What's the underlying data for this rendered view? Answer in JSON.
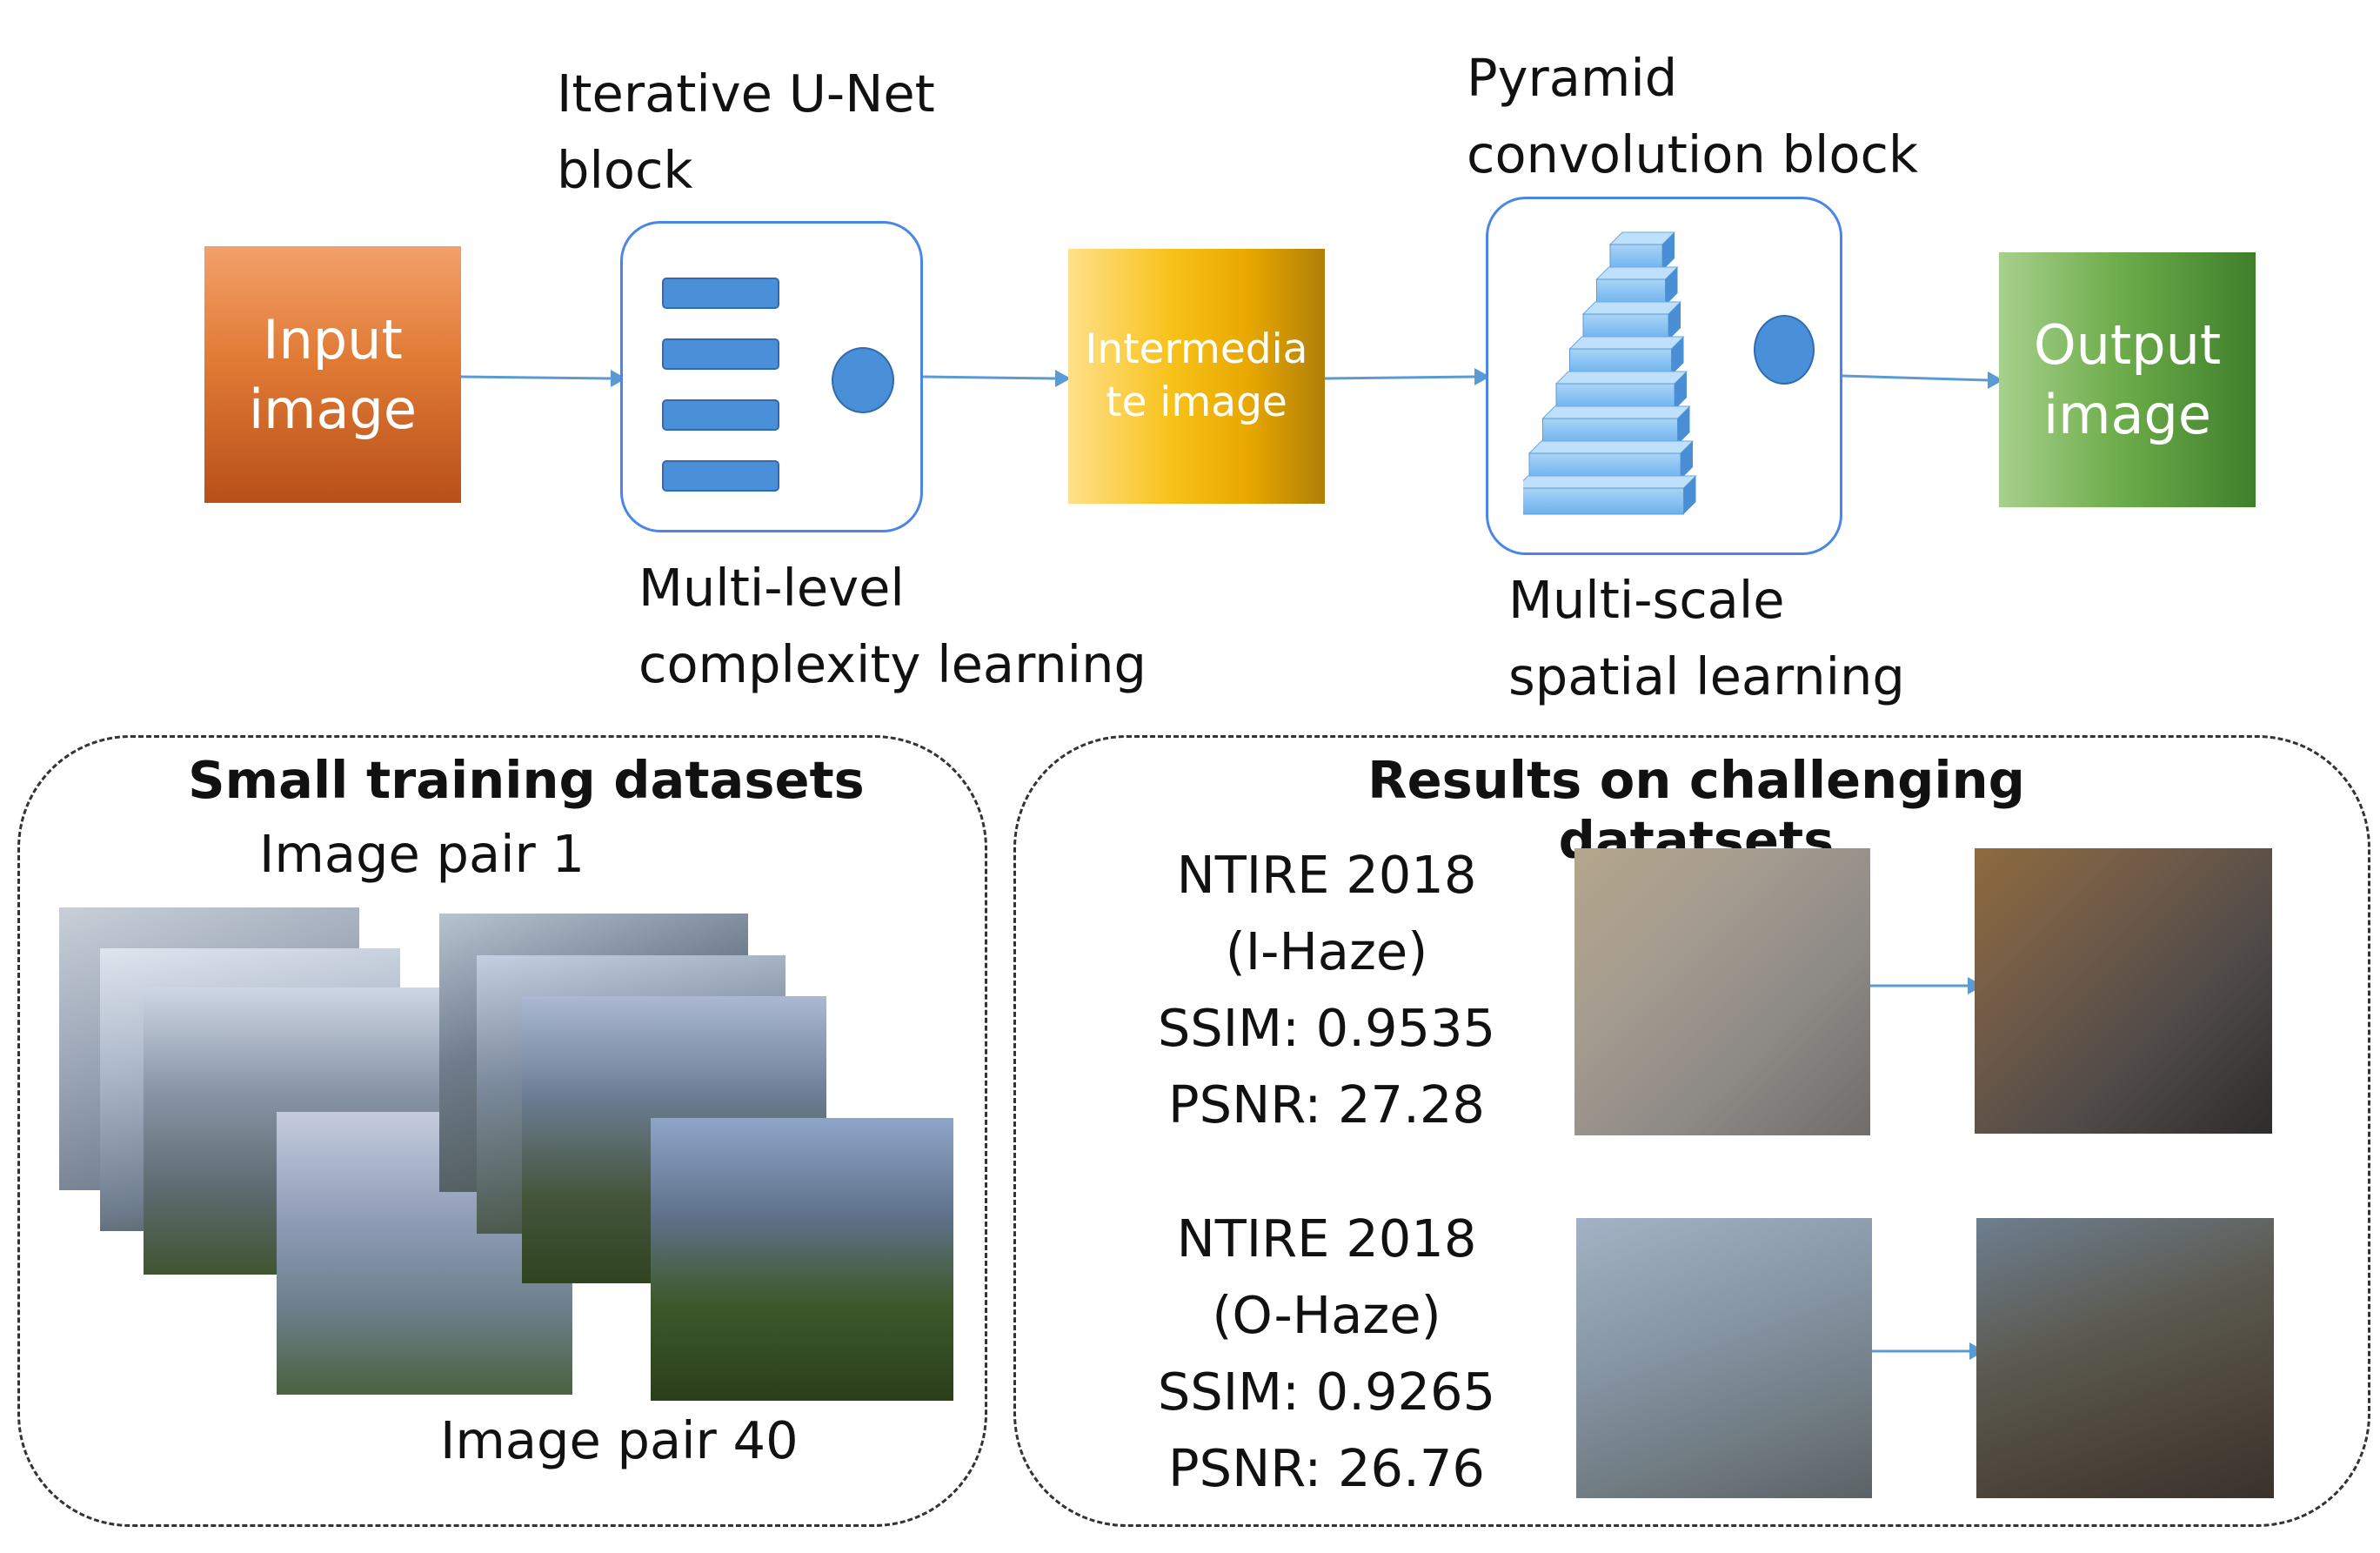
{
  "pipeline": {
    "input_box": "Input\nimage",
    "unet_title": "Iterative U-Net\nblock",
    "unet_caption": "Multi-level\ncomplexity learning",
    "intermediate_box": "Intermedia\nte image",
    "pyramid_title": "Pyramid\nconvolution block",
    "pyramid_caption": "Multi-scale\nspatial learning",
    "output_box": "Output\nimage"
  },
  "training": {
    "title": "Small training datasets",
    "pair_first": "Image pair 1",
    "pair_last": "Image pair 40"
  },
  "results": {
    "title": "Results on challenging datatsets",
    "entries": [
      {
        "dataset": "NTIRE 2018\n(I-Haze)",
        "ssim": "SSIM: 0.9535",
        "psnr": "PSNR: 27.28"
      },
      {
        "dataset": "NTIRE 2018\n(O-Haze)",
        "ssim": "SSIM: 0.9265",
        "psnr": "PSNR: 26.76"
      }
    ]
  },
  "colors": {
    "input": "#d9661e",
    "intermediate": "#f4b400",
    "output": "#5a9e3a",
    "accent": "#4a90d9"
  }
}
